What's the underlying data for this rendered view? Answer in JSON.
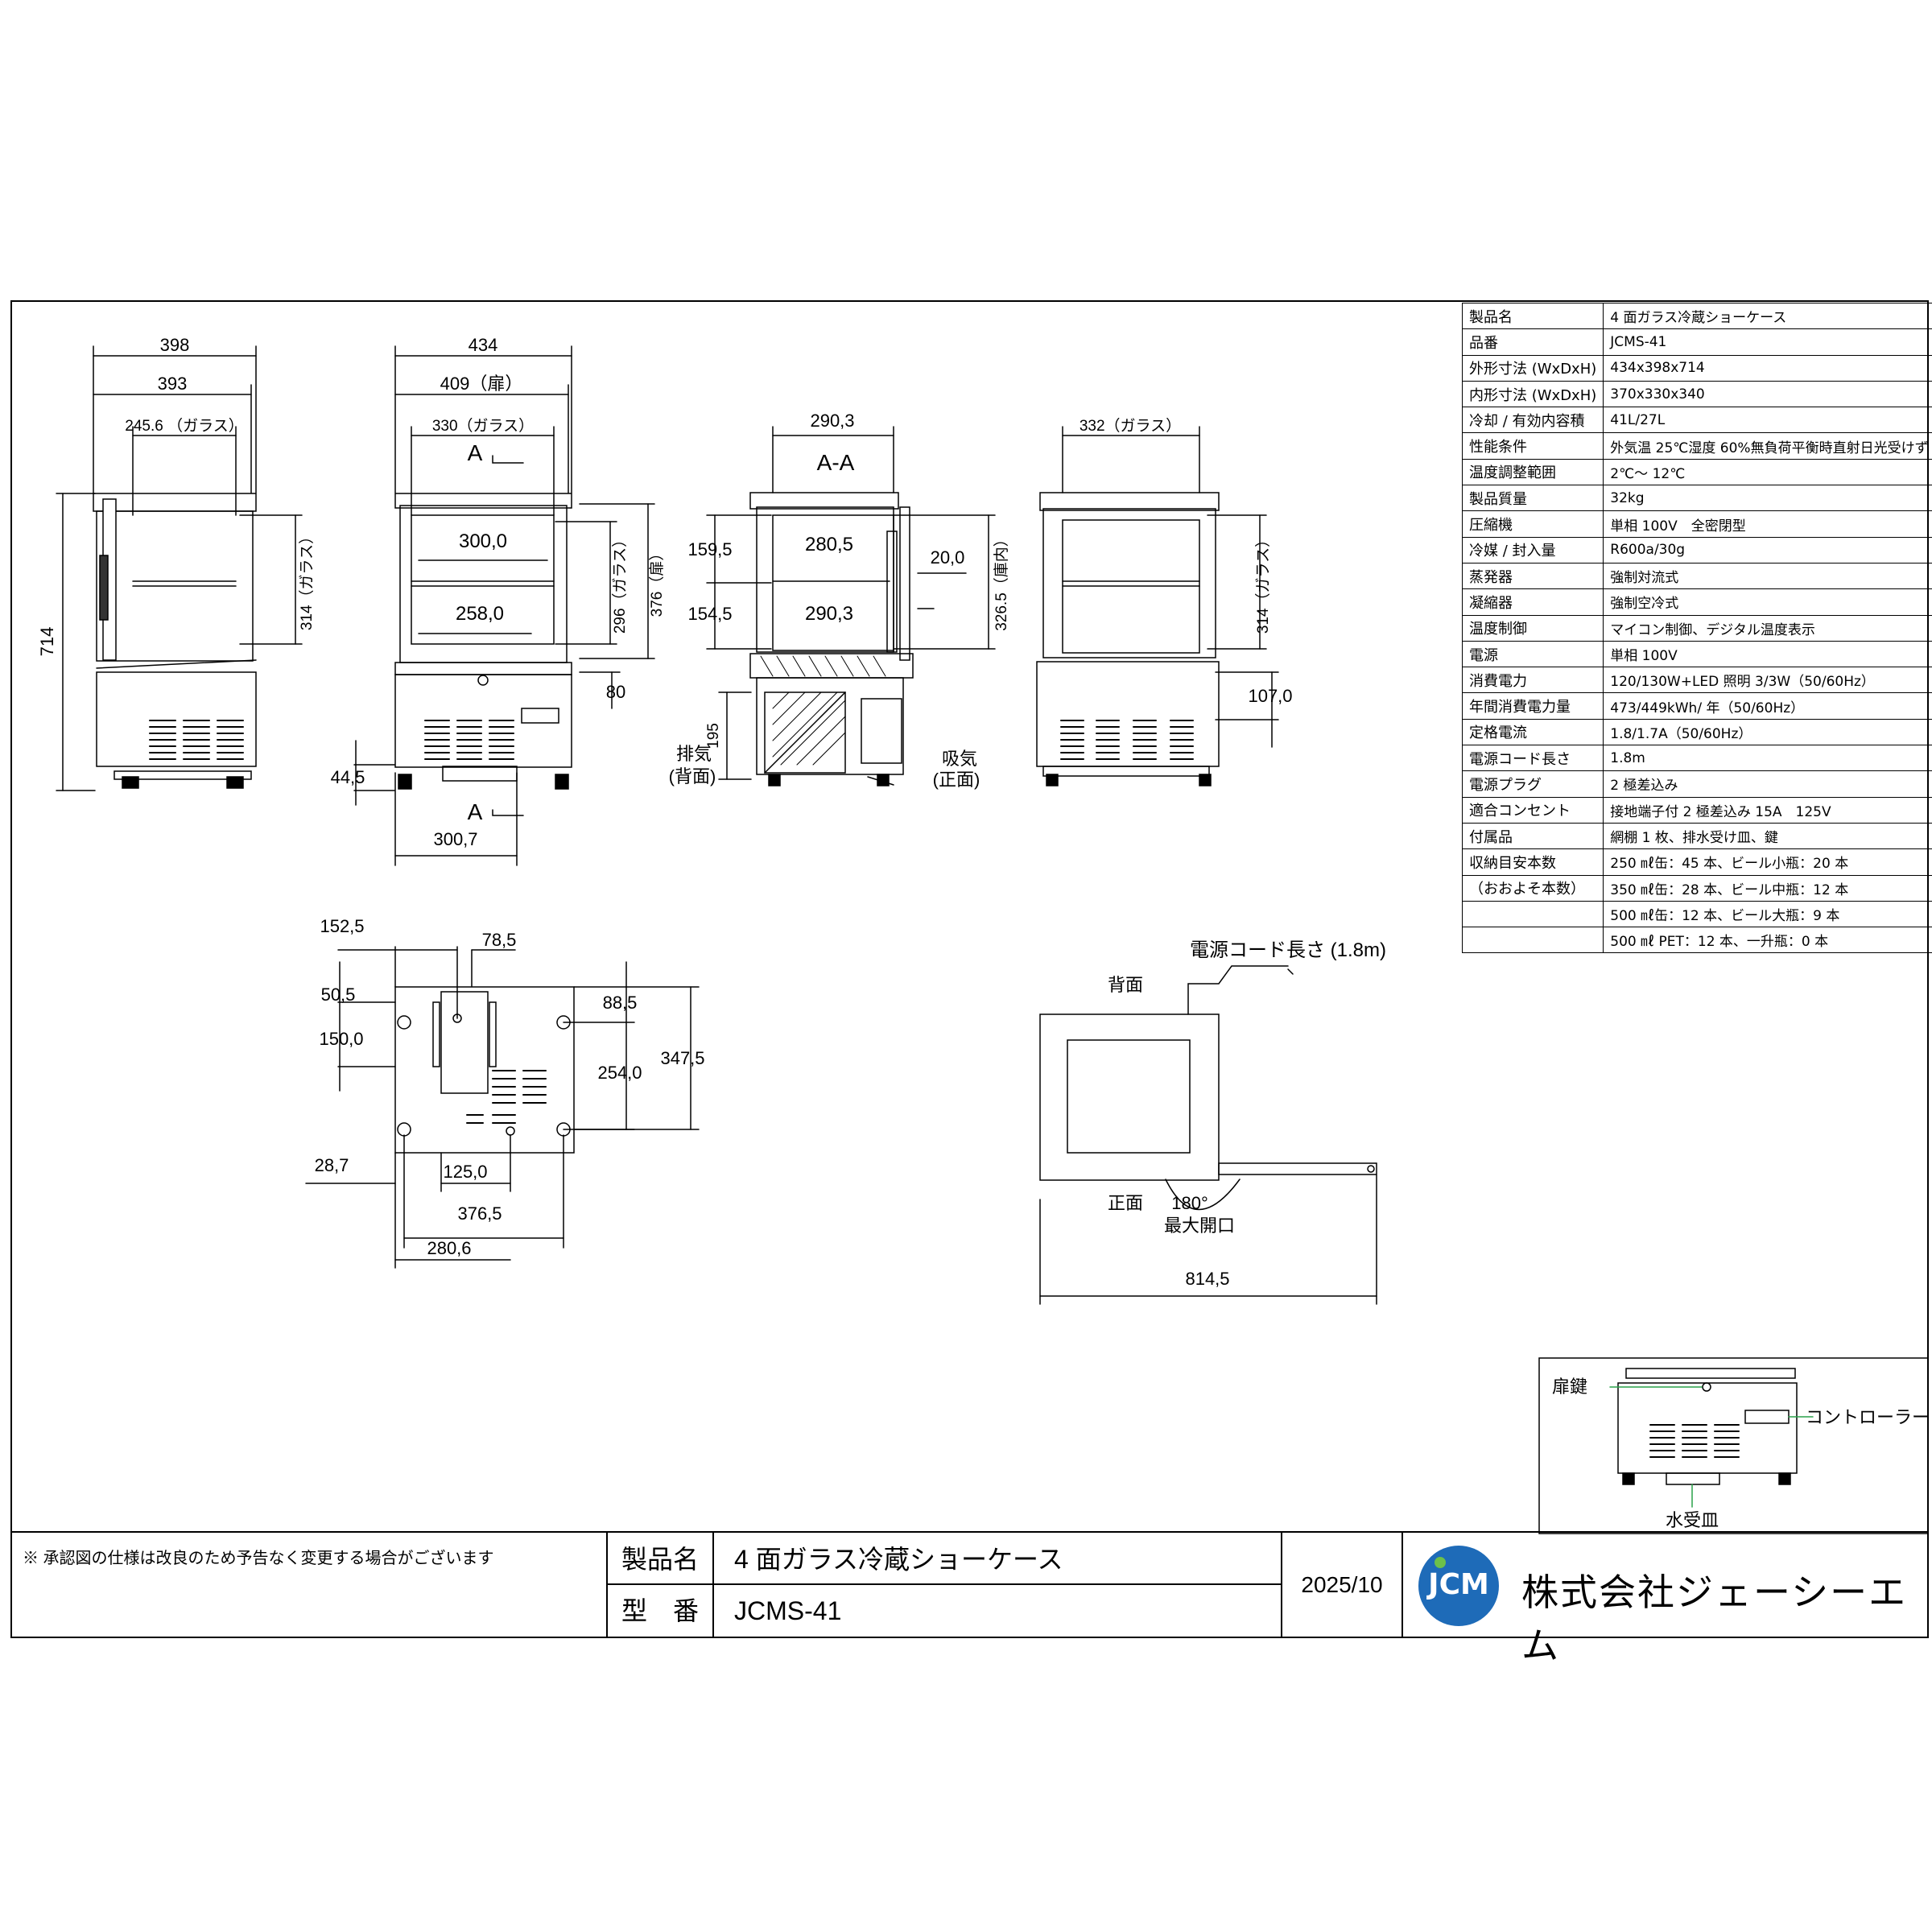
{
  "spec_table": [
    {
      "key": "製品名",
      "value": "4 面ガラス冷蔵ショーケース"
    },
    {
      "key": "品番",
      "value": "JCMS-41"
    },
    {
      "key": "外形寸法 (WxDxH)",
      "value": "434x398x714"
    },
    {
      "key": "内形寸法 (WxDxH)",
      "value": "370x330x340"
    },
    {
      "key": "冷却 / 有効内容積",
      "value": "41L/27L"
    },
    {
      "key": "性能条件",
      "value": "外気温 25℃湿度 60%無負荷平衡時直射日光受けず"
    },
    {
      "key": "温度調整範囲",
      "value": "2℃～ 12℃"
    },
    {
      "key": "製品質量",
      "value": "32kg"
    },
    {
      "key": "圧縮機",
      "value": "単相 100V　全密閉型"
    },
    {
      "key": "冷媒 / 封入量",
      "value": "R600a/30g"
    },
    {
      "key": "蒸発器",
      "value": "強制対流式"
    },
    {
      "key": "凝縮器",
      "value": "強制空冷式"
    },
    {
      "key": "温度制御",
      "value": "マイコン制御、デジタル温度表示"
    },
    {
      "key": "電源",
      "value": "単相 100V"
    },
    {
      "key": "消費電力",
      "value": "120/130W+LED 照明 3/3W（50/60Hz）"
    },
    {
      "key": "年間消費電力量",
      "value": "473/449kWh/ 年（50/60Hz）"
    },
    {
      "key": "定格電流",
      "value": "1.8/1.7A（50/60Hz）"
    },
    {
      "key": "電源コード長さ",
      "value": "1.8m"
    },
    {
      "key": "電源プラグ",
      "value": "2 極差込み"
    },
    {
      "key": "適合コンセント",
      "value": "接地端子付 2 極差込み 15A　125V"
    },
    {
      "key": "付属品",
      "value": "網棚 1 枚、排水受け皿、鍵"
    },
    {
      "key": "収納目安本数",
      "value": "250 ㎖缶：45 本、ビール小瓶：20 本"
    },
    {
      "key": "（おおよそ本数）",
      "value": "350 ㎖缶：28 本、ビール中瓶：12 本"
    },
    {
      "key": "",
      "value": "500 ㎖缶：12 本、ビール大瓶：9 本"
    },
    {
      "key": "",
      "value": "500 ㎖ PET：12 本、一升瓶：0 本"
    }
  ],
  "side_view": {
    "w_outer": "398",
    "w_inner": "393",
    "glass_w": "245.6 （ガラス）",
    "glass_h": "314（ガラス）",
    "height": "714"
  },
  "front_view": {
    "w_outer": "434",
    "door_w": "409（扉）",
    "glass_w": "330（ガラス）",
    "section_a": "A",
    "w_300": "300,0",
    "w_258": "258,0",
    "glass_h": "296（ガラス）",
    "door_h": "376（扉）",
    "h_80": "80",
    "h_44": "44,5",
    "w_300_7": "300,7",
    "section_a2": "A"
  },
  "section_view": {
    "w": "290,3",
    "title": "A-A",
    "w_280": "280,5",
    "w_290": "290,3",
    "h_159": "159,5",
    "h_154": "154,5",
    "h_20": "20,0",
    "h_326": "326.5（庫内）",
    "h_195": "195",
    "exhaust": "排気",
    "exhaust_sub": "(背面)",
    "intake": "吸気",
    "intake_sub": "(正面)"
  },
  "back_view": {
    "glass_w": "332（ガラス）",
    "glass_h": "314（ガラス）",
    "h_107": "107,0"
  },
  "bottom_view": {
    "d1": "152,5",
    "d2": "78,5",
    "d3": "50,5",
    "d4": "88,5",
    "d5": "150,0",
    "d6": "254,0",
    "d7": "347,5",
    "d8": "28,7",
    "d9": "125,0",
    "d10": "376,5",
    "d11": "280,6"
  },
  "top_view": {
    "cord": "電源コード長さ (1.8m)",
    "back": "背面",
    "front": "正面",
    "angle": "180°",
    "max_open": "最大開口",
    "width": "814,5"
  },
  "detail_view": {
    "door_key": "扉鍵",
    "controller": "コントローラー",
    "drain": "水受皿"
  },
  "title_block": {
    "note": "※ 承認図の仕様は改良のため予告なく変更する場合がございます",
    "product_label": "製品名",
    "product_value": "4 面ガラス冷蔵ショーケース",
    "model_label": "型　番",
    "model_value": "JCMS-41",
    "date": "2025/10",
    "company": "株式会社ジェーシーエム",
    "logo_text": "JCM"
  },
  "colors": {
    "logo_blue": "#1e6bb8",
    "logo_green": "#6cc04a"
  }
}
